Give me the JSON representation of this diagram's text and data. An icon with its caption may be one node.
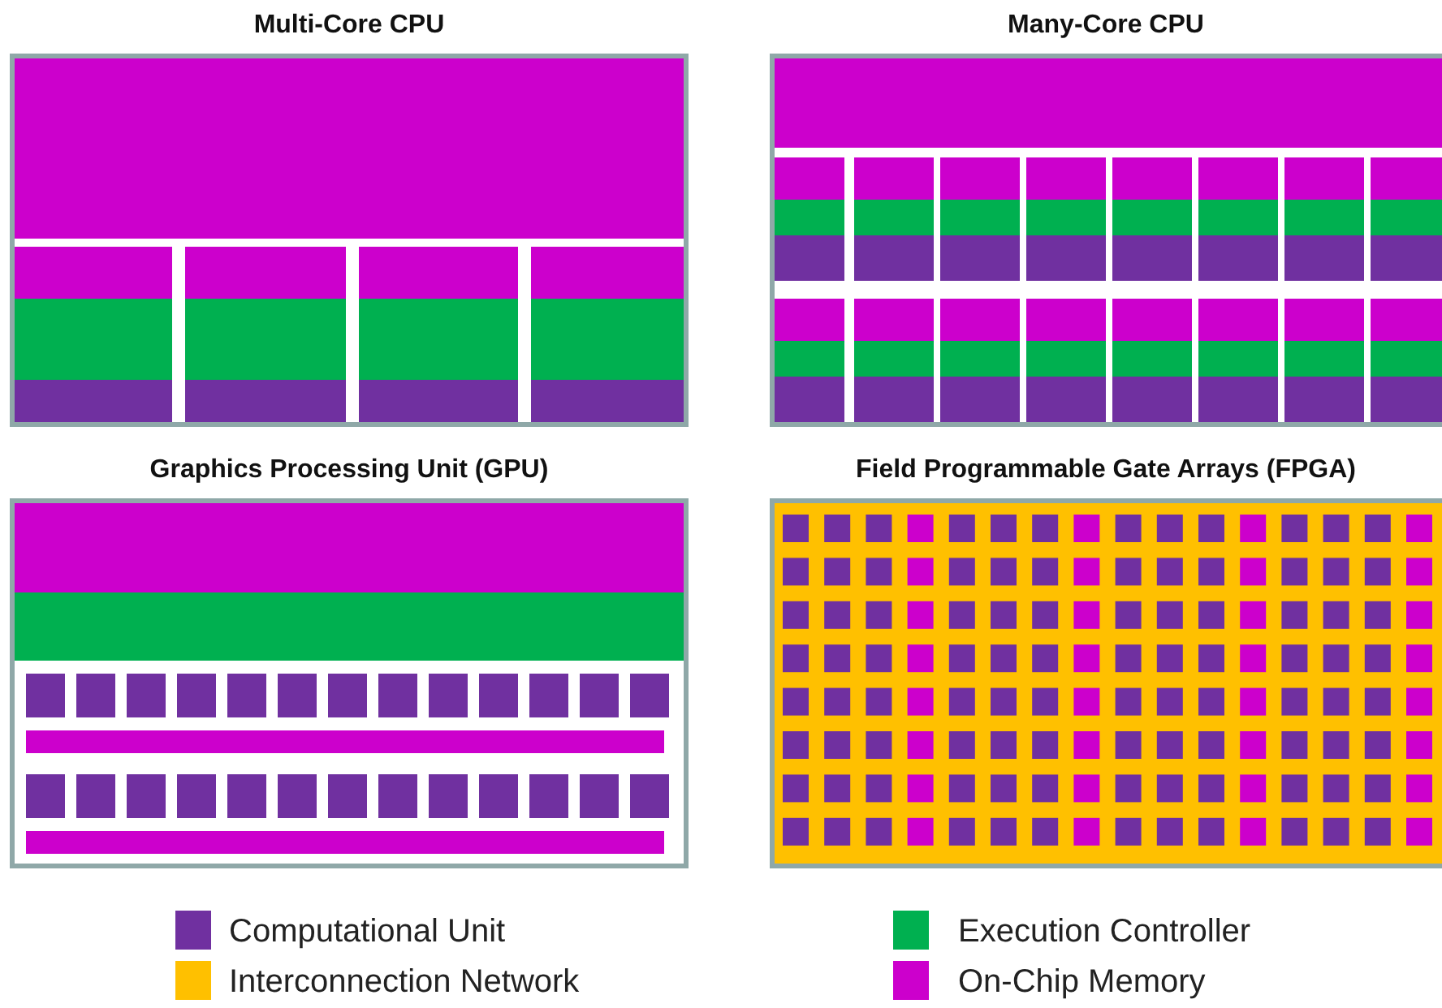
{
  "diagram": {
    "nodes": [
      {
        "text": [
          "Multi-Core CPU"
        ]
      },
      {
        "text": [
          "Many-Core CPU"
        ]
      },
      {
        "text": [
          "Graphics Processing Unit (GPU)"
        ]
      },
      {
        "text": [
          "Field Programmable Gate Arrays (FPGA)"
        ]
      }
    ],
    "legend": [
      {
        "text": "Computational Unit",
        "color": "#7030a0"
      },
      {
        "text": "Execution Controller",
        "color": "#00b050"
      },
      {
        "text": "Interconnection Network",
        "color": "#ffc000"
      },
      {
        "text": "On-Chip Memory",
        "color": "#cc00cc"
      }
    ]
  }
}
